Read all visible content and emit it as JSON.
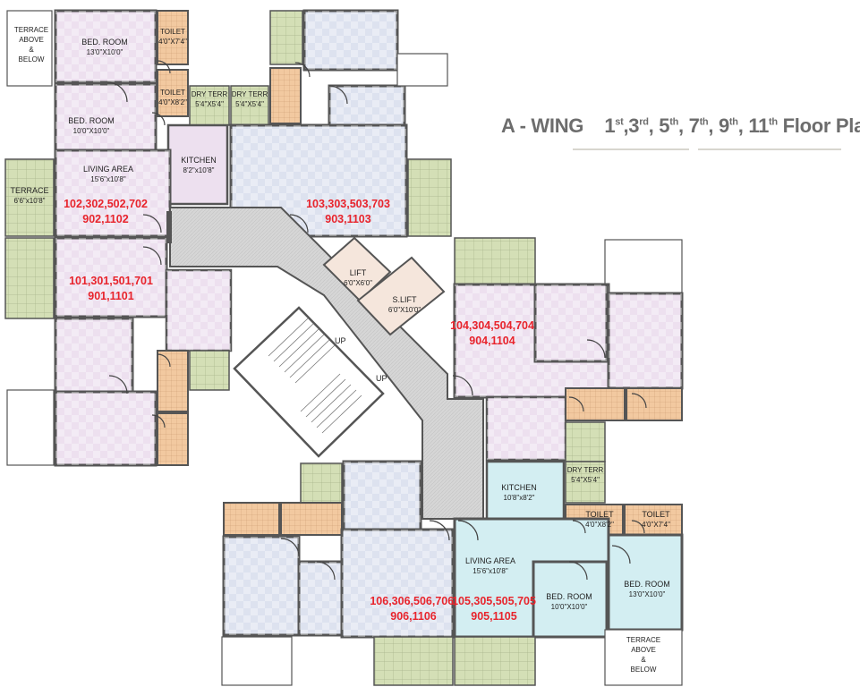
{
  "title": {
    "wing": "A - WING",
    "floors": [
      {
        "num": "1",
        "sup": "st"
      },
      {
        "num": "3",
        "sup": "rd"
      },
      {
        "num": "5",
        "sup": "th"
      },
      {
        "num": "7",
        "sup": "th"
      },
      {
        "num": "9",
        "sup": "th"
      },
      {
        "num": "11",
        "sup": "th"
      }
    ],
    "suffix": "Floor Plan"
  },
  "colors": {
    "pink": "#ede0ef",
    "blue": "#dde2ef",
    "cyan": "#d3eef2",
    "green": "#d4dfb6",
    "orange": "#f2c9a0",
    "core": "#d8d8d8",
    "lift": "#f5e6dc",
    "unit_text": "#e8242c"
  },
  "rooms": {
    "terrace_tl": {
      "name": "TERRACE\nABOVE\n&\nBELOW"
    },
    "bed1_tl": {
      "name": "BED. ROOM",
      "dim": "13'0\"X10'0\""
    },
    "toilet1_tl": {
      "name": "TOILET",
      "dim": "4'0\"X7'4\""
    },
    "toilet2_tl": {
      "name": "TOILET",
      "dim": "4'0\"X8'2\""
    },
    "dry_terr_a": {
      "name": "DRY TERR",
      "dim": "5'4\"X5'4\""
    },
    "dry_terr_b": {
      "name": "DRY TERR",
      "dim": "5'4\"X5'4\""
    },
    "bed2_tl": {
      "name": "BED. ROOM",
      "dim": "10'0\"X10'0\""
    },
    "kitchen_tl": {
      "name": "KITCHEN",
      "dim": "8'2\"x10'8\""
    },
    "living_tl": {
      "name": "LIVING AREA",
      "dim": "15'6\"x10'8\""
    },
    "terrace_l": {
      "name": "TERRACE",
      "dim": "6'6\"x10'8\""
    },
    "lift": {
      "name": "LIFT",
      "dim": "6'0\"X6'0\""
    },
    "slift": {
      "name": "S.LIFT",
      "dim": "6'0\"X10'0\""
    },
    "kitchen_br": {
      "name": "KITCHEN",
      "dim": "10'8\"x8'2\""
    },
    "dry_terr_br": {
      "name": "DRY TERR",
      "dim": "5'4\"X5'4\""
    },
    "toilet1_br": {
      "name": "TOILET",
      "dim": "4'0\"X8'2\""
    },
    "toilet2_br": {
      "name": "TOILET",
      "dim": "4'0\"X7'4\""
    },
    "living_br": {
      "name": "LIVING AREA",
      "dim": "15'6\"x10'8\""
    },
    "bed1_br": {
      "name": "BED. ROOM",
      "dim": "10'0\"X10'0\""
    },
    "bed2_br": {
      "name": "BED. ROOM",
      "dim": "13'0\"X10'0\""
    },
    "terrace_br": {
      "name": "TERRACE\nABOVE\n&\nBELOW"
    }
  },
  "units": {
    "u102": {
      "line1": "102,302,502,702",
      "line2": "902,1102"
    },
    "u103": {
      "line1": "103,303,503,703",
      "line2": "903,1103"
    },
    "u101": {
      "line1": "101,301,501,701",
      "line2": "901,1101"
    },
    "u104": {
      "line1": "104,304,504,704",
      "line2": "904,1104"
    },
    "u106": {
      "line1": "106,306,506,706,",
      "line2": "906,1106"
    },
    "u105": {
      "line1": "105,305,505,705",
      "line2": "905,1105"
    }
  },
  "stairs": {
    "up1": "UP",
    "up2": "UP"
  }
}
